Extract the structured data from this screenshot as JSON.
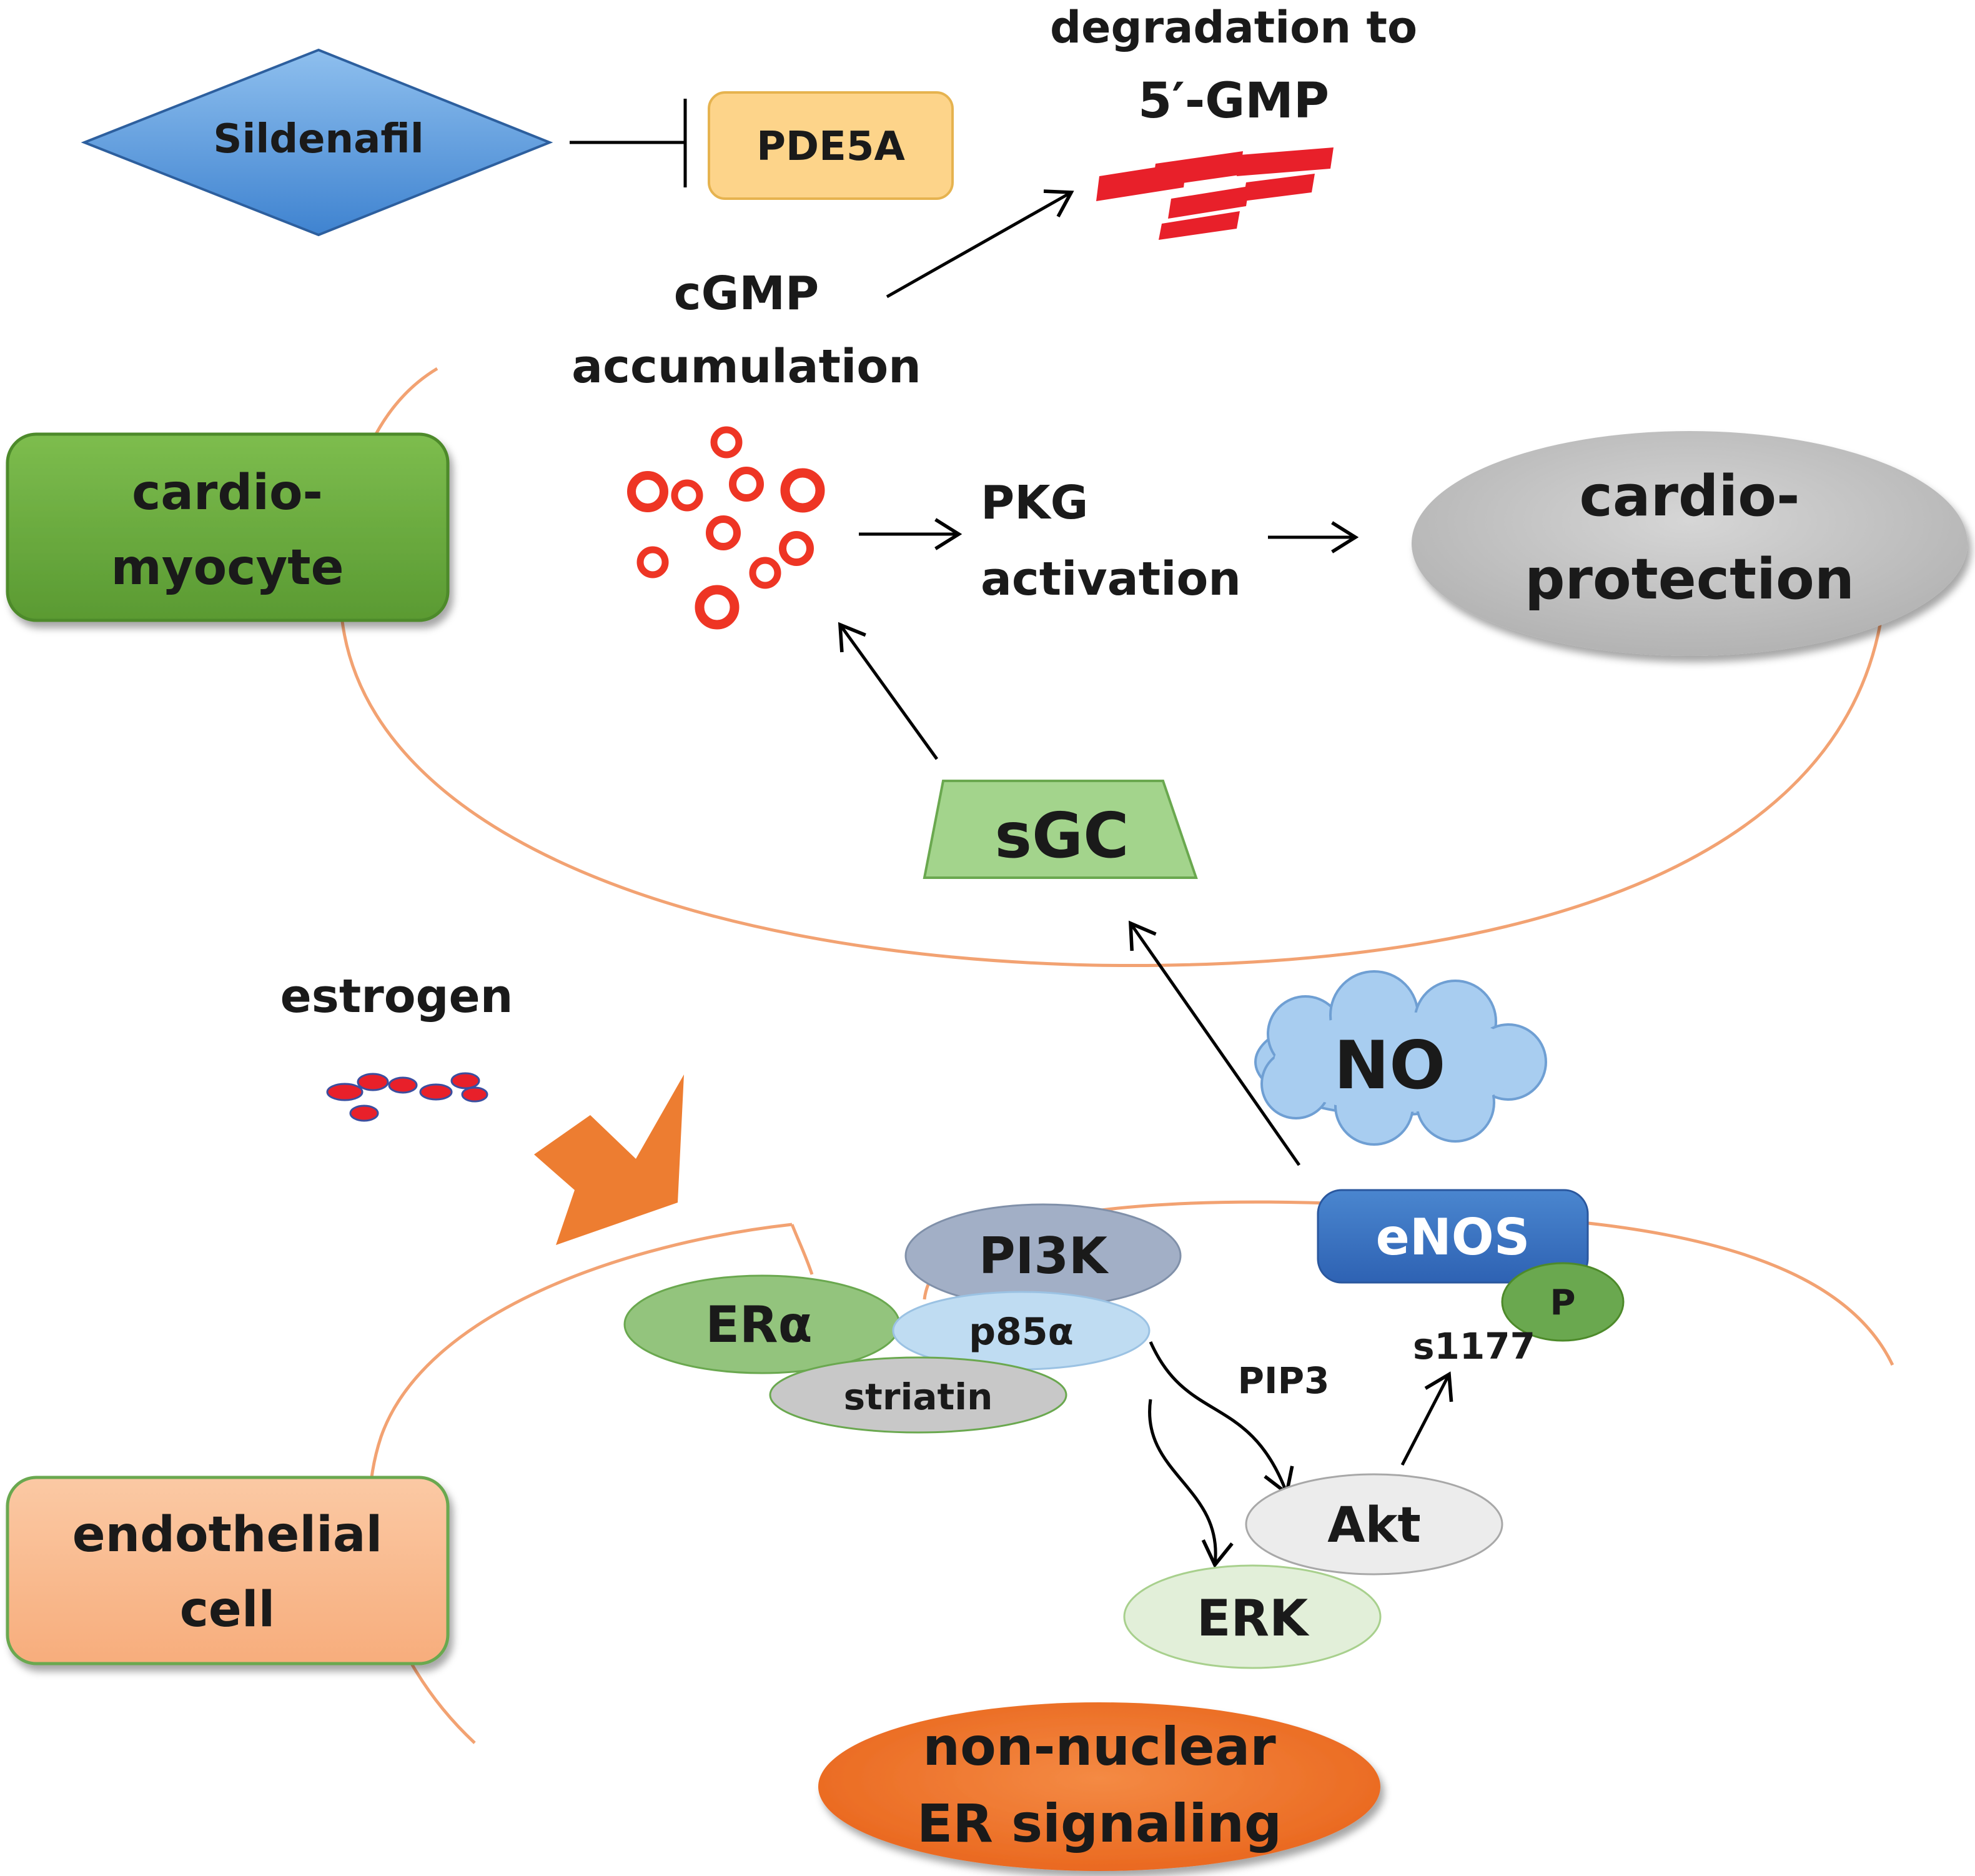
{
  "drug": {
    "name": "Sildenafil",
    "target": "PDE5A"
  },
  "degradation": {
    "line1": "degradation to",
    "line2": "5′-GMP"
  },
  "cgmp": {
    "line1": "cGMP",
    "line2": "accumulation"
  },
  "pkg": {
    "line1": "PKG",
    "line2": "activation"
  },
  "outcome": {
    "line1": "cardio-",
    "line2": "protection"
  },
  "cell_labels": {
    "cardiomyocyte_line1": "cardio-",
    "cardiomyocyte_line2": "myocyte",
    "endothelial_line1": "endothelial",
    "endothelial_line2": "cell"
  },
  "molecules": {
    "sgc": "sGC",
    "no": "NO",
    "estrogen": "estrogen",
    "enos": "eNOS",
    "phospho": "P",
    "site": "s1177",
    "pi3k": "PI3K",
    "p85": "p85α",
    "er_alpha": "ERα",
    "striatin": "striatin",
    "pip3": "PIP3",
    "akt": "Akt",
    "erk": "ERK"
  },
  "pathway": {
    "line1": "non-nuclear",
    "line2": "ER signaling"
  },
  "colors": {
    "membrane": "#f2a272",
    "cgmp_dots": "#ee3524",
    "gmp_fragments": "#e8202a",
    "estrogen_dots": "#e8202a",
    "estrogen_arrow": "#ed7d31"
  }
}
